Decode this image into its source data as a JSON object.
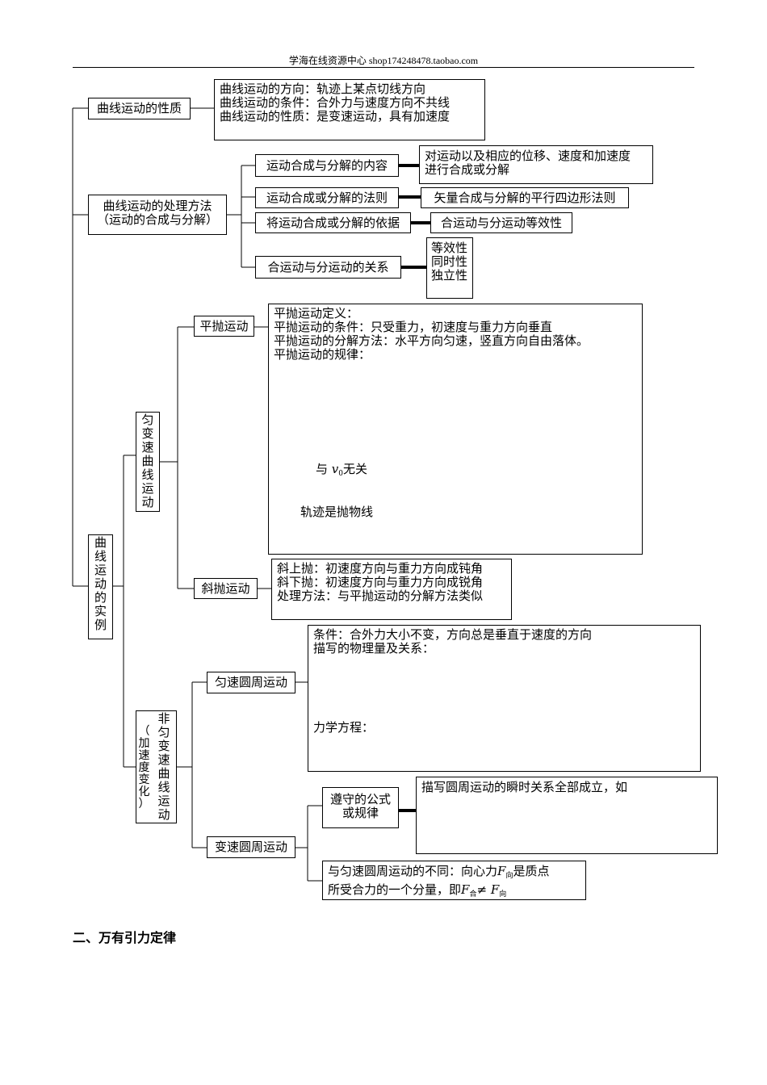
{
  "header": "学海在线资源中心 shop174248478.taobao.com",
  "nature": {
    "title": "曲线运动的性质",
    "lines": [
      "曲线运动的方向：轨迹上某点切线方向",
      "曲线运动的条件：合外力与速度方向不共线",
      "曲线运动的性质：是变速运动，具有加速度"
    ]
  },
  "method": {
    "title_1": "曲线运动的处理方法",
    "title_2": "（运动的合成与分解）",
    "items": [
      {
        "label": "运动合成与分解的内容",
        "detail": [
          "对运动以及相应的位移、速度和加速度",
          "进行合成或分解"
        ]
      },
      {
        "label": "运动合成或分解的法则",
        "detail": [
          "矢量合成与分解的平行四边形法则"
        ]
      },
      {
        "label": "将运动合成或分解的依据",
        "detail": [
          "合运动与分运动等效性"
        ]
      },
      {
        "label": "合运动与分运动的关系",
        "detail": [
          "等效性",
          "同时性",
          "独立性"
        ]
      }
    ]
  },
  "examples": {
    "title": "曲线运动的实例",
    "uniform_var": {
      "title": "匀变速曲线运动",
      "projectile": {
        "label": "平抛运动",
        "lines": [
          "平抛运动定义：",
          "平抛运动的条件：只受重力，初速度与重力方向垂直",
          "平抛运动的分解方法：水平方向匀速，竖直方向自由落体。",
          "平抛运动的规律："
        ],
        "note1_prefix": "与 ",
        "note1_var": "v",
        "note1_sub": "0",
        "note1_suffix": "无关",
        "note2": "轨迹是抛物线"
      },
      "oblique": {
        "label": "斜抛运动",
        "lines": [
          "斜上抛：初速度方向与重力方向成钝角",
          "斜下抛：初速度方向与重力方向成锐角",
          "处理方法：与平抛运动的分解方法类似"
        ]
      }
    },
    "nonuniform": {
      "title": "非匀变速曲线运动",
      "paren_note": "（加速度变化）",
      "uniform_circ": {
        "label": "匀速圆周运动",
        "lines": [
          "条件：合外力大小不变，方向总是垂直于速度的方向",
          "描写的物理量及关系："
        ],
        "mech": "力学方程："
      },
      "var_circ": {
        "label": "变速圆周运动",
        "rule_1": "遵守的公式",
        "rule_2": "或规律",
        "rule_detail": "描写圆周运动的瞬时关系全部成立，如",
        "diff_1a": "与匀速圆周运动的不同：向心力",
        "diff_F": "F",
        "diff_sub1": "向",
        "diff_1b": "是质点",
        "diff_2a": "所受合力的一个分量，即",
        "diff_sub2": "合",
        "diff_ne": "≠",
        "diff_sub3": "向"
      }
    }
  },
  "section_title": "二、万有引力定律"
}
